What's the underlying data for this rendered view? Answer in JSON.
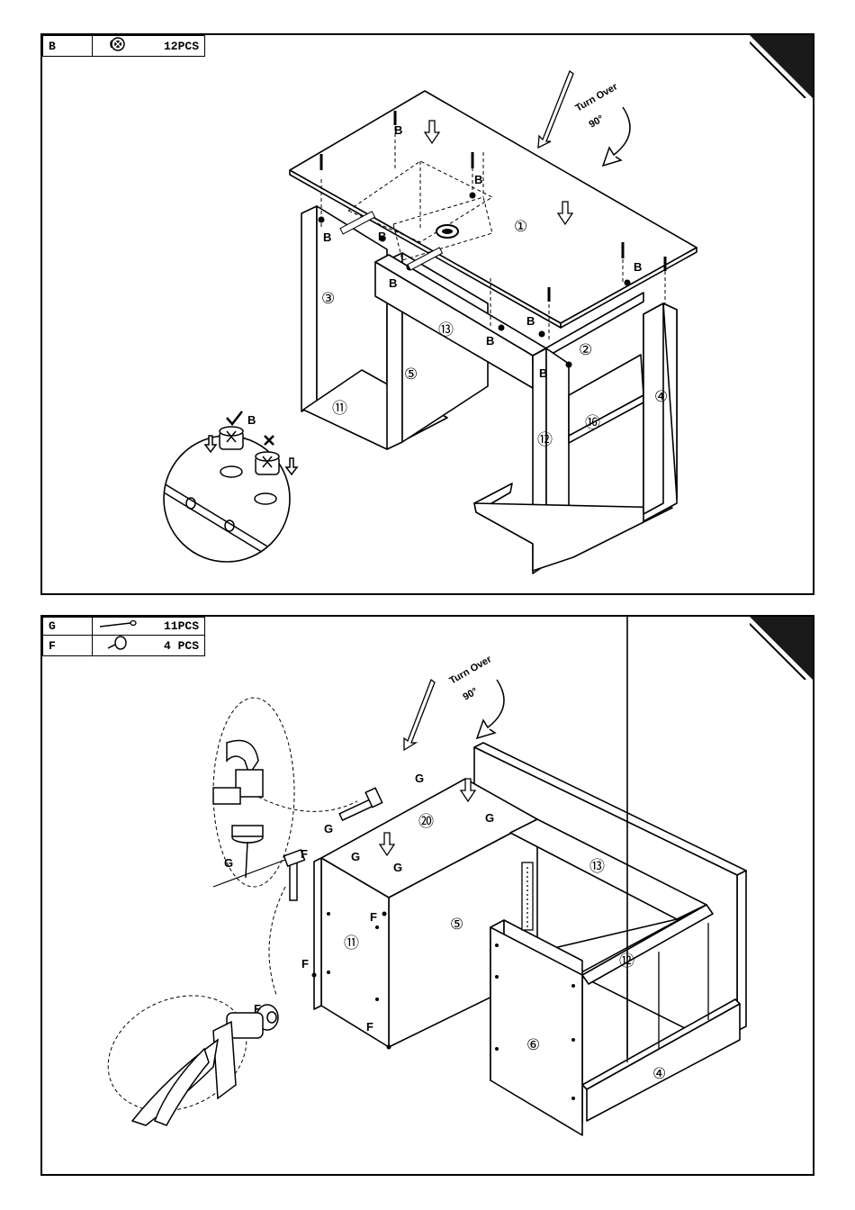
{
  "step1": {
    "parts": [
      {
        "letter": "B",
        "icon": "cam-lock-icon",
        "qty": "12PCS"
      }
    ],
    "turn_over": "Turn Over",
    "turn_angle": "90°",
    "panel_numbers": {
      "p1": "①",
      "p2": "②",
      "p3": "③",
      "p4": "④",
      "p5": "⑤",
      "p11": "⑪",
      "p12": "⑫",
      "p13": "⑬",
      "p16": "⑯"
    },
    "label_b": "B"
  },
  "step2": {
    "parts": [
      {
        "letter": "G",
        "icon": "nail-icon",
        "qty": "11PCS"
      },
      {
        "letter": "F",
        "icon": "glide-pin-icon",
        "qty": "4 PCS"
      }
    ],
    "turn_over": "Turn Over",
    "turn_angle": "90°",
    "panel_numbers": {
      "p4": "④",
      "p5": "⑤",
      "p6": "⑥",
      "p11": "⑪",
      "p12": "⑫",
      "p13": "⑬",
      "p20": "⑳"
    },
    "label_g": "G",
    "label_f": "F"
  }
}
